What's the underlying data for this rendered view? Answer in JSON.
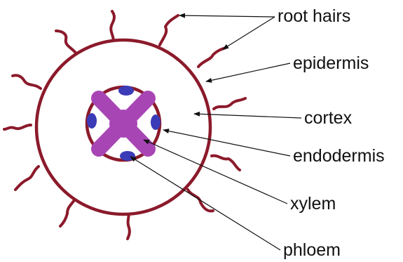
{
  "colors": {
    "outline": "#8b1a2b",
    "xylem": "#a845b5",
    "phloem": "#3b3bb8",
    "text": "#111111",
    "background": "#ffffff"
  },
  "labels": {
    "root_hairs": "root hairs",
    "epidermis": "epidermis",
    "cortex": "cortex",
    "endodermis": "endodermis",
    "xylem": "xylem",
    "phloem": "phloem"
  }
}
